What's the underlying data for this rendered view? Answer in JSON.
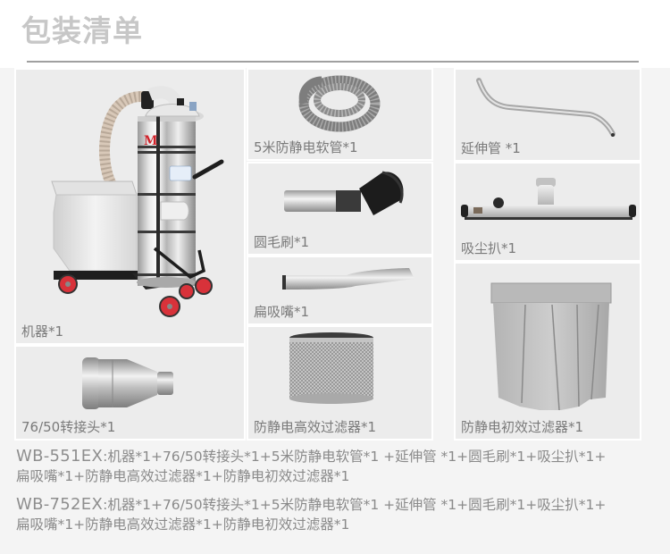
{
  "header": {
    "title": "包装清单"
  },
  "items": [
    {
      "id": "machine",
      "label": "机器*1",
      "icon": "vacuum-machine-image"
    },
    {
      "id": "adapter",
      "label": "76/50转接头*1",
      "icon": "adapter-fitting-image"
    },
    {
      "id": "hose",
      "label": "5米防静电软管*1",
      "icon": "coiled-hose-image"
    },
    {
      "id": "round-brush",
      "label": "圆毛刷*1",
      "icon": "round-brush-image"
    },
    {
      "id": "flat-nozzle",
      "label": "扁吸嘴*1",
      "icon": "flat-nozzle-image"
    },
    {
      "id": "hepa-filter",
      "label": "防静电高效过滤器*1",
      "icon": "mesh-filter-image"
    },
    {
      "id": "extension-tube",
      "label": "延伸管 *1",
      "icon": "extension-tube-image"
    },
    {
      "id": "floor-tool",
      "label": "吸尘扒*1",
      "icon": "floor-tool-image"
    },
    {
      "id": "primary-filter",
      "label": "防静电初效过滤器*1",
      "icon": "filter-bag-image"
    }
  ],
  "specs": [
    {
      "model": "WB-551EX",
      "separator": ":",
      "line1": "机器*1+76/50转接头*1+5米防静电软管*1 +延伸管 *1+圆毛刷*1+吸尘扒*1+",
      "line2": "扁吸嘴*1+防静电高效过滤器*1+防静电初效过滤器*1"
    },
    {
      "model": "WB-752EX",
      "separator": ":",
      "line1": "机器*1+76/50转接头*1+5米防静电软管*1 +延伸管 *1+圆毛刷*1+吸尘扒*1+",
      "line2": "扁吸嘴*1+防静电高效过滤器*1+防静电初效过滤器*1"
    }
  ],
  "colors": {
    "title": "#c7c7c7",
    "rule": "#a0a0a0",
    "cell_bg": "#ececec",
    "text": "#7a7a7a",
    "wheel_red": "#d8323a"
  }
}
